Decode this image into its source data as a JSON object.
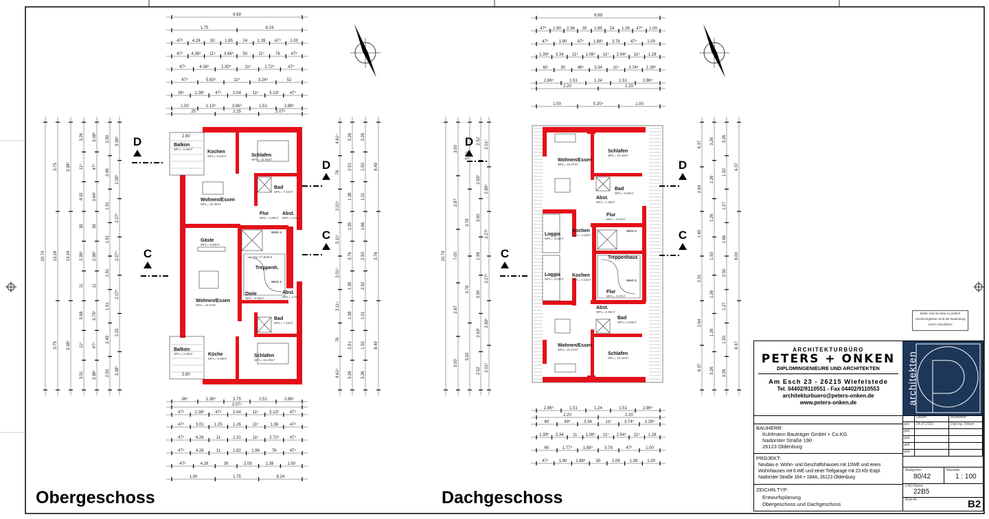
{
  "plans": {
    "left": {
      "title": "Obergeschoss",
      "rooms": [
        {
          "name": "Balkon",
          "wfl": "WFL= 4.46m²"
        },
        {
          "name": "Kochen",
          "wfl": "WFL= 6.64m²"
        },
        {
          "name": "Schlafen",
          "wfl": "WFL= 16.49m²"
        },
        {
          "name": "Bad",
          "wfl": "WFL= 7.34m²"
        },
        {
          "name": "Wohnen/Essen",
          "wfl": "WFL= 20.46m²"
        },
        {
          "name": "Flur",
          "wfl": "WFL= 4.98m²"
        },
        {
          "name": "Abst.",
          "wfl": "WFL= 1.00m²"
        },
        {
          "name": "Gäste",
          "wfl": "WFL= 9.90m²"
        },
        {
          "name": "Treppenh.",
          "wfl": ""
        },
        {
          "name": "Wohnen/Essen",
          "wfl": "WFL= 24.67m²"
        },
        {
          "name": "Diele",
          "wfl": "WFL= 9.00m²"
        },
        {
          "name": "Abst.",
          "wfl": "WFL= 1.00m²"
        },
        {
          "name": "Bad",
          "wfl": "WFL= 7.34m²"
        },
        {
          "name": "Balkon",
          "wfl": "WFL= 4.46m²"
        },
        {
          "name": "Küche",
          "wfl": "WFL= 6.99m²"
        },
        {
          "name": "Schlafen",
          "wfl": "WFL= 16.49m²"
        }
      ],
      "units": [
        "WHG 4",
        "WHG 3"
      ],
      "balcony_width": "2.60",
      "stair_note": "17 Stg. 17,5/28,0"
    },
    "right": {
      "title": "Dachgeschoss",
      "rooms": [
        {
          "name": "Wohnen/Essen",
          "wfl": "WFL= 22.07m²"
        },
        {
          "name": "Schlafen",
          "wfl": "WFL= 10.44m²"
        },
        {
          "name": "Bad",
          "wfl": "WFL= 6.83m²"
        },
        {
          "name": "Abst.",
          "wfl": "WFL= 1.00m²"
        },
        {
          "name": "Flur",
          "wfl": "WFL= 4.07m²"
        },
        {
          "name": "Loggia",
          "wfl": "WFL= 3.32m²"
        },
        {
          "name": "Kochen",
          "wfl": "WFL= 4.23m²"
        },
        {
          "name": "Treppenhaus",
          "wfl": ""
        },
        {
          "name": "Loggia",
          "wfl": "WFL= 3.32m²"
        },
        {
          "name": "Kochen",
          "wfl": "WFL= 4.23m²"
        },
        {
          "name": "Flur",
          "wfl": "WFL= 4.07m²"
        },
        {
          "name": "Abst.",
          "wfl": "WFL= 1.00m²"
        },
        {
          "name": "Bad",
          "wfl": "WFL= 6.83m²"
        },
        {
          "name": "Wohnen/Essen",
          "wfl": "WFL= 22.07m²"
        },
        {
          "name": "Schlafen",
          "wfl": "WFL= 10.44m²"
        }
      ],
      "units": [
        "WHG 6",
        "WHG 5"
      ]
    }
  },
  "section_markers": {
    "c": "C",
    "d": "D"
  },
  "dimensions": {
    "left_top": [
      [
        "9.99"
      ],
      [
        "1.75",
        "8.24"
      ],
      [
        "47⁵",
        "4.26",
        "30",
        "1.85",
        "24",
        "1.39",
        "47⁵",
        "1.00"
      ],
      [
        "47⁵",
        "4.38⁵",
        "11⁵",
        "3.66⁵",
        "50",
        "11⁵",
        "76",
        "47⁵"
      ],
      [
        "47⁵",
        "4.38⁵",
        "1.30⁵",
        "11⁵",
        "2.72⁵",
        "47⁵"
      ],
      [
        "47⁵",
        "5.63⁵",
        "11⁵",
        "3.24⁵",
        "52"
      ],
      [
        "36⁵",
        "1.38⁵",
        "47⁵",
        "2.04",
        "11⁵",
        "5.13⁵",
        "47⁵"
      ],
      [
        "1.00",
        "1.13⁵",
        "3.86⁵",
        "1.51",
        "2.86⁵"
      ],
      [
        "25",
        "2.25",
        "2.07⁵"
      ]
    ],
    "left_bottom": [
      [
        "36⁵",
        "1.38⁵",
        "3.75",
        "1.51",
        "2.86⁵"
      ],
      [
        "2.07⁵"
      ],
      [
        "47⁵",
        "1.38⁵",
        "47⁵",
        "2.04",
        "11⁵",
        "5.13⁵",
        "47⁵"
      ],
      [
        "47⁵",
        "3.01",
        "1.25",
        "1.26",
        "11⁵",
        "1.39",
        "47⁵"
      ],
      [
        "47⁵",
        "4.26",
        "11",
        "1.31",
        "11⁵",
        "2.72⁵",
        "47⁵"
      ],
      [
        "47⁵",
        "4.26",
        "11",
        "1.82",
        "1.96",
        "76",
        "47⁵"
      ],
      [
        "47⁵",
        "4.26",
        "30",
        "2.09",
        "1.39",
        "1.00"
      ],
      [
        "1.00",
        "1.75",
        "8.24"
      ]
    ],
    "right_top": [
      [
        "9.99"
      ],
      [
        "47⁵",
        "1.90",
        "2.36",
        "30",
        "1.85",
        "24",
        "1.39",
        "47⁵",
        "1.00"
      ],
      [
        "47⁵",
        "1.90",
        "47⁵",
        "1.88⁵",
        "3.78",
        "47⁵",
        "1.00"
      ],
      [
        "1.39⁵",
        "3.34",
        "11⁵",
        "1.08⁵",
        "11⁵",
        "2.54⁵",
        "11⁵",
        "1.28"
      ],
      [
        "60",
        "30",
        "49⁵",
        "3.34",
        "11⁵",
        "3.74⁵",
        "1.39⁵"
      ],
      [
        "2.86⁵",
        "1.51",
        "1.24",
        "1.51",
        "2.86⁵"
      ],
      [
        "2.20",
        "2.20"
      ],
      [
        "1.00",
        "5.20⁵",
        "1.00"
      ]
    ],
    "right_bottom": [
      [
        "2.86⁵",
        "1.51",
        "1.24",
        "1.51",
        "2.86⁵"
      ],
      [
        "2.20",
        "2.20"
      ],
      [
        "60",
        "49⁵",
        "3.34",
        "11⁵",
        "3.74⁵",
        "1.39⁵"
      ],
      [
        "1.39⁵",
        "3.34",
        "11",
        "1.08⁵",
        "11⁵",
        "2.54⁵",
        "11⁵",
        "1.28"
      ],
      [
        "60",
        "1.77⁵",
        "1.88⁵",
        "3.78",
        "47⁵",
        "1.00"
      ],
      [
        "47⁵",
        "1.90",
        "1.88⁵",
        "30",
        "2.09",
        "1.39",
        "1.00"
      ]
    ],
    "left_side": [
      [
        "20.74"
      ],
      [
        "3.75",
        "13.24",
        "3.75"
      ],
      [
        "3.38⁵",
        "13.24",
        "3.38⁵"
      ],
      [
        "3.26",
        "11⁵",
        "4.02",
        "39",
        "2.38⁵",
        "11",
        "5.88",
        "11⁵",
        "3.51"
      ],
      [
        "3.38⁵",
        "47⁵",
        "3.64⁵",
        "39",
        "2.38⁵",
        "11",
        "5.75⁵",
        "47⁵",
        "3.38⁵"
      ],
      [
        "2.50",
        "2.49",
        "1.51",
        "1.51",
        "1.51",
        "1.51",
        "2.49",
        "2.50"
      ],
      [
        "3.38⁵",
        "2.09⁵",
        "2.07⁵",
        "2.07⁵",
        "2.07⁵",
        "2.25",
        "3.38⁵"
      ]
    ],
    "left_east": [
      [
        "4.61⁵",
        "76",
        "2.01⁵",
        "3.11⁵",
        "2.01⁵",
        "3.11⁵",
        "76",
        "4.61⁵"
      ],
      [
        "3.26",
        "2.51",
        "1.38",
        "1.39",
        "3.76",
        "1.39",
        "1.38",
        "2.51",
        "3.26"
      ],
      [
        "3.26",
        "1.50",
        "1.01",
        "1.66",
        "2.50",
        "2.52",
        "1.01",
        "1.50",
        "3.26"
      ],
      [
        "8.49",
        "3.76",
        "8.49"
      ]
    ],
    "right_west": [
      [
        "20.74"
      ],
      [
        "3.00",
        "2.87",
        "7.00",
        "2.87",
        "3.00"
      ],
      [
        "5.92",
        "3.78",
        "3.78",
        "5.92"
      ],
      [
        "2.52",
        "2.63⁵",
        "3.50",
        "1.98",
        "3.50",
        "2.63⁵",
        "2.52"
      ],
      [
        "2.01⁵",
        "2.89⁵",
        "2.27⁵",
        "2.27⁵",
        "2.89⁵",
        "2.01⁵"
      ]
    ],
    "right_east": [
      [
        "6.37",
        "2.64",
        "1.60",
        "2.01",
        "2.64",
        "6.37"
      ],
      [
        "3.26",
        "1.26",
        "1.26",
        "1.50",
        "1.26",
        "1.26",
        "3.26"
      ],
      [
        "3.26",
        "1.50",
        "1.27",
        "1.66",
        "2.50",
        "1.27",
        "1.50",
        "3.26"
      ],
      [
        "6.37",
        "8.00",
        "6.37"
      ]
    ]
  },
  "note": "Maße sind am Bau zu prüfen! Unstimmigkeiten sind der Bauleitung sofort mitzuteilen!",
  "title_block": {
    "firm": {
      "line1": "Architekturbüro",
      "name": "Peters + Onken",
      "subtitle": "Diplomingenieure und Architekten",
      "address": "Am Esch 23 - 26215 Wiefelstede",
      "phone": "Tel. 04402/9110551 - Fax 04402/9110553",
      "email": "architekturbuero@peters-onken.de",
      "web": "www.peters-onken.de",
      "logo_text": "architekten"
    },
    "bauherr": {
      "label": "BAUHERR:",
      "lines": [
        "Kuhlmann Bauträger GmbH + Co.KG",
        "Nadorster Straße 190",
        "26123 Oldenburg"
      ]
    },
    "projekt": {
      "label": "PROJEKT:",
      "lines": [
        "Neubau e. Wohn- und Geschäftshauses mit 10WE und eines",
        "Wohnhauses mit 6 WE und einer Tiefgarage mit 23 Kfz-Estpl.",
        "Nadorster Straße 184 + 184A, 26123 Oldenburg"
      ]
    },
    "zeichn": {
      "label": "ZEICHN.TYP:",
      "lines": [
        "Entwurfsplanung",
        "Obergeschoss und Dachgeschoss"
      ]
    },
    "datum_label": "Datum:",
    "bearbeiter_label": "Bearbeiter:",
    "rows": [
      {
        "label": "gez.",
        "datum": "24.07.2023",
        "bearbeiter": "Dipl.Ing. Onken"
      },
      {
        "label": "geä.",
        "datum": "",
        "bearbeiter": ""
      },
      {
        "label": "geä.",
        "datum": "",
        "bearbeiter": ""
      },
      {
        "label": "geä.",
        "datum": "",
        "bearbeiter": ""
      },
      {
        "label": "geä.",
        "datum": "",
        "bearbeiter": ""
      }
    ],
    "blattgroesse_label": "Blattgröße:",
    "blattgroesse": "80/42",
    "massstab_label": "Masstab:",
    "massstab": "1 : 100",
    "cad_label": "CAD-Name:",
    "cad": "22B5",
    "blatt_label": "Blatt-Nr.:",
    "blatt": "B2"
  },
  "colors": {
    "wall": "#e3101a",
    "logo": "#1d3759",
    "roof_hatch": "#9a9a9a"
  }
}
